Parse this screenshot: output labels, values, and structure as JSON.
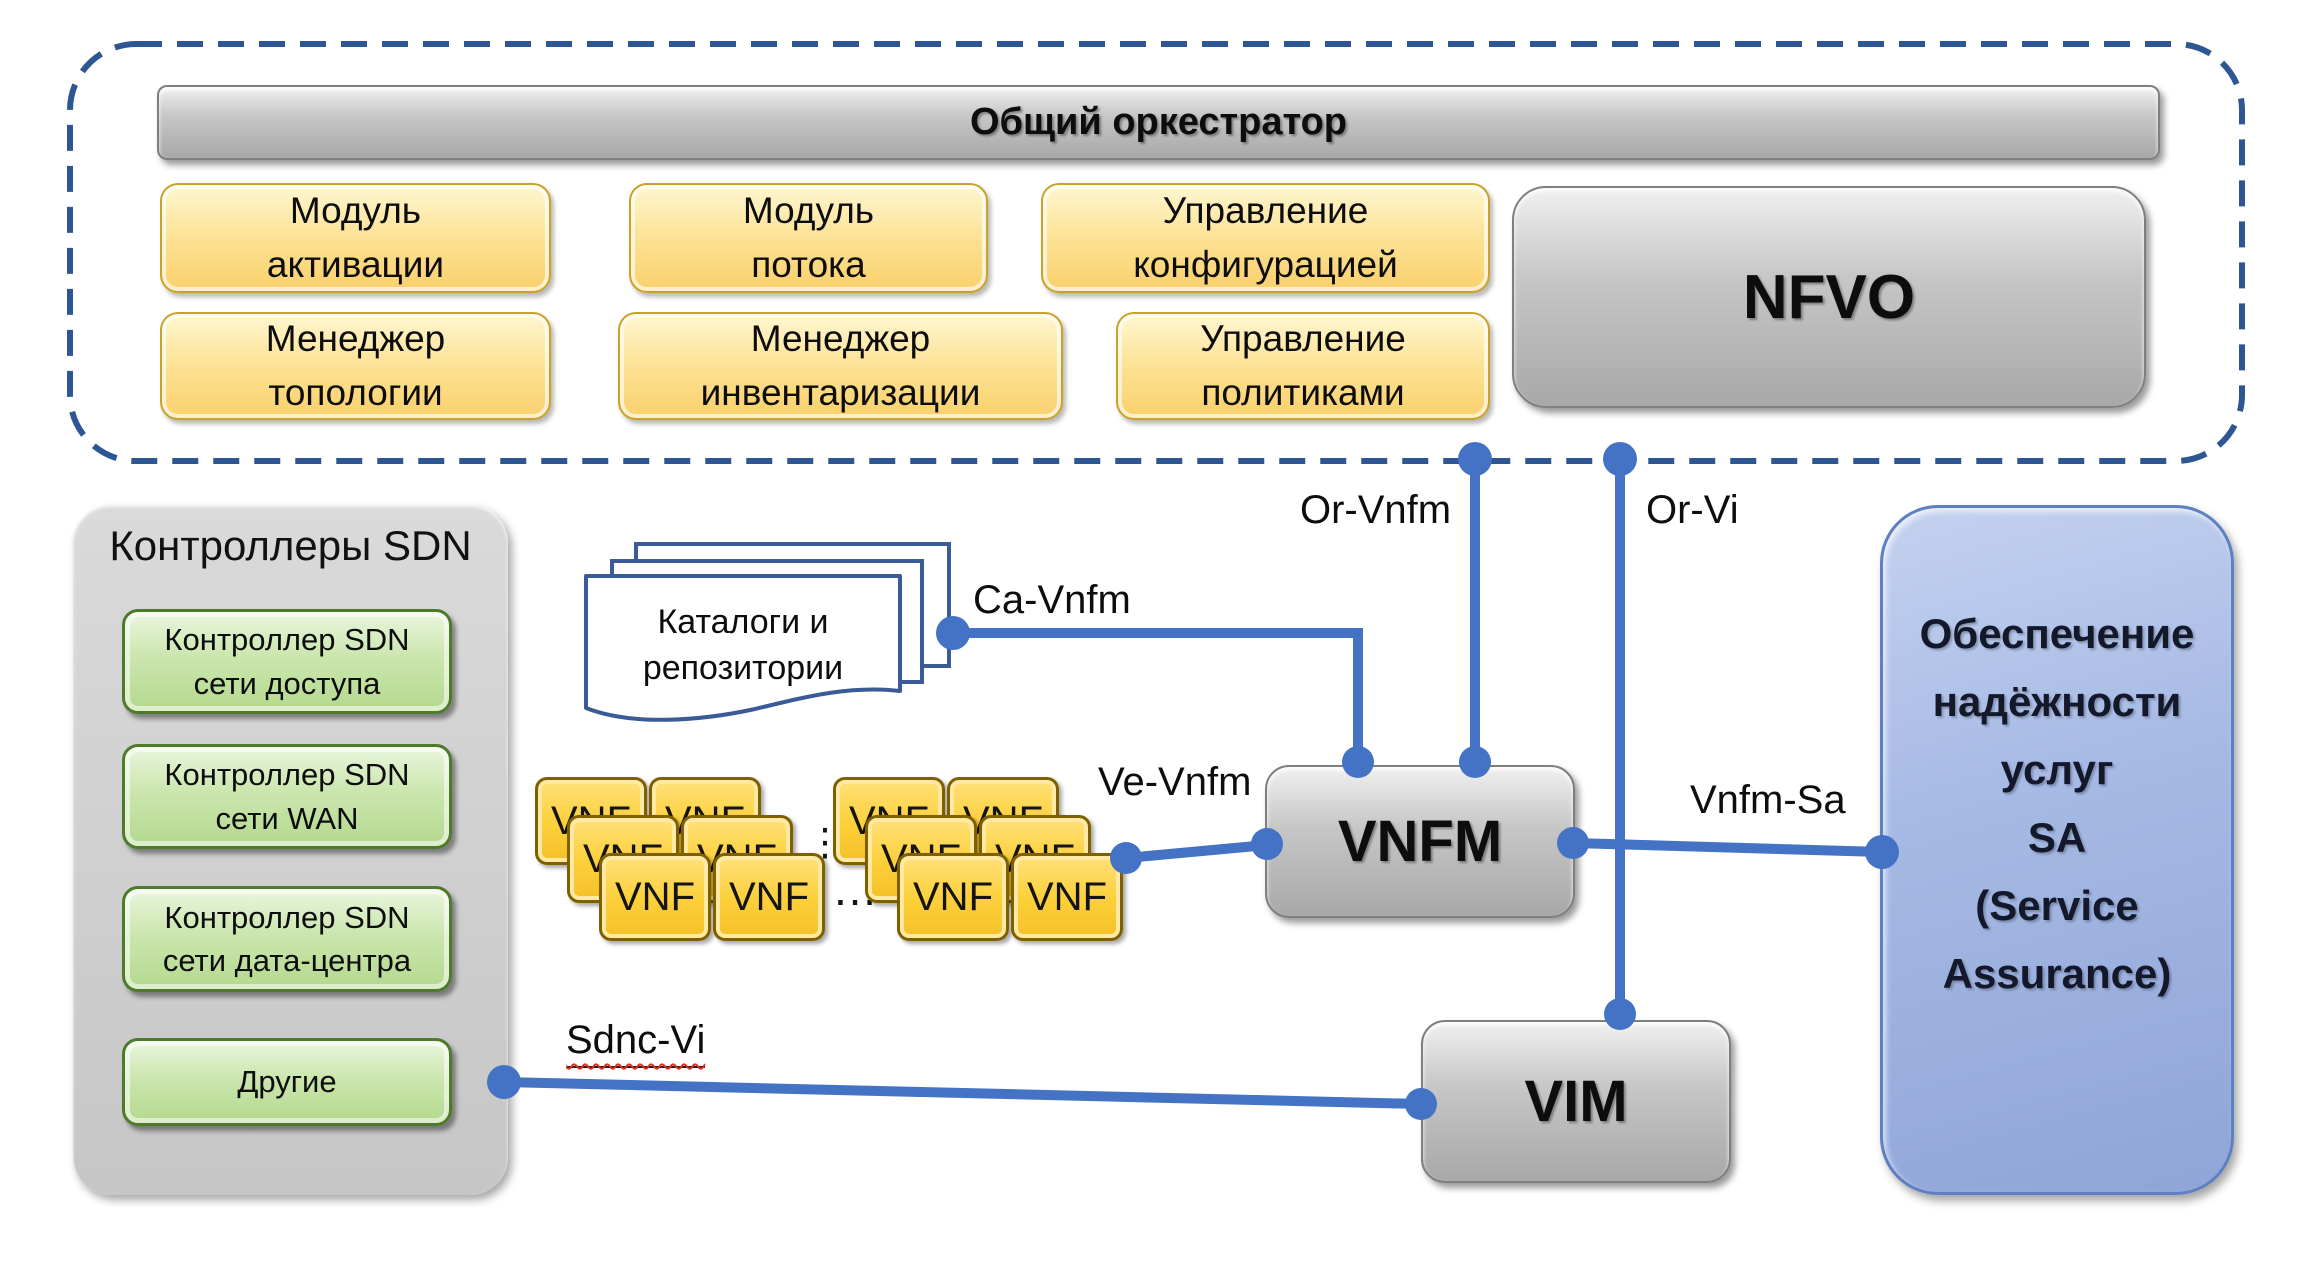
{
  "orchestrator": {
    "title": "Общий оркестратор",
    "nfvo": "NFVO",
    "modules": [
      {
        "line1": "Модуль",
        "line2": "активации"
      },
      {
        "line1": "Модуль",
        "line2": "потока"
      },
      {
        "line1": "Управление",
        "line2": "конфигурацией"
      },
      {
        "line1": "Менеджер",
        "line2": "топологии"
      },
      {
        "line1": "Менеджер",
        "line2": "инвентаризации"
      },
      {
        "line1": "Управление",
        "line2": "политиками"
      }
    ]
  },
  "sdn": {
    "title": "Контроллеры SDN",
    "controllers": [
      {
        "line1": "Контроллер SDN",
        "line2": "сети доступа"
      },
      {
        "line1": "Контроллер SDN",
        "line2": "сети WAN"
      },
      {
        "line1": "Контроллер SDN",
        "line2": "сети дата-центра"
      },
      {
        "line1": "Другие",
        "line2": ""
      }
    ]
  },
  "catalogs": {
    "line1": "Каталоги и",
    "line2": "репозитории"
  },
  "vnf": {
    "label": "VNF",
    "ellipsis_vertical": "⋮",
    "ellipsis_horizontal": "…"
  },
  "vnfm": "VNFM",
  "vim": "VIM",
  "sa": {
    "lines": [
      "Обеспечение",
      "надёжности",
      "услуг",
      "SA",
      "(Service",
      "Assurance)"
    ]
  },
  "interfaces": {
    "or_vnfm": "Or-Vnfm",
    "or_vi": "Or-Vi",
    "ca_vnfm": "Ca-Vnfm",
    "ve_vnfm": "Ve-Vnfm",
    "vnfm_sa": "Vnfm-Sa",
    "sdnc_vi": "Sdnc-Vi"
  },
  "colors": {
    "connector": "#4472C4",
    "dashed_border": "#2E5693",
    "module_fill": "#FAD06B",
    "green_fill": "#C6E0A5",
    "gray_fill": "#BFBFBF",
    "sa_fill": "#A3B6E0",
    "doc_border": "#3B5B96"
  }
}
